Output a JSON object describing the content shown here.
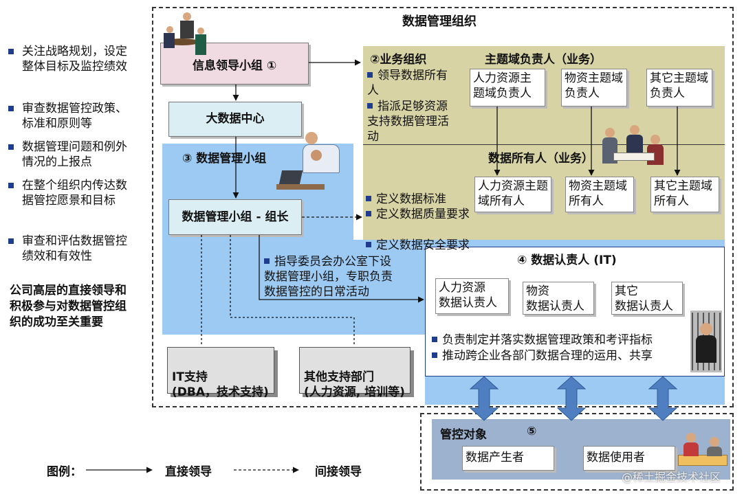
{
  "left_panel": {
    "items": [
      "关注战略规划，设定整体目标及监控绩效",
      "审查数据管控政策、标准和原则等",
      "数据管理问题和例外情况的上报点",
      "在整个组织内传达数据管控愿景和目标",
      "审查和评估数据管控绩效和有效性"
    ],
    "conclusion": "公司高层的直接领导和积极参与对数据管控组织的成功至关重要"
  },
  "org": {
    "title": "数据管理组织",
    "info_group": "信息领导小组 ①",
    "big_data_center": "大数据中心",
    "dm_group_title": "③ 数据管理小组",
    "dm_group_leader": "数据管理小组 - 组长",
    "dm_group_note": "指导委员会办公室下设数据管理小组，专职负责数据管控的日常活动",
    "it_support": "IT支持\n(DBA，技术支持)",
    "other_support": "其他支持部门\n(人力资源, 培训等)"
  },
  "business": {
    "title": "②业务组织",
    "bullets": [
      "领导数据所有人",
      "指派足够资源支持数据管理活动"
    ],
    "domain_owner_title": "主题域负责人（业务）",
    "domain_owners": [
      "人力资源主题域负责人",
      "物资主题域负责人",
      "其它主题域负责人"
    ],
    "data_owner_title": "数据所有人（业务）",
    "data_owners": [
      "人力资源主题域所有人",
      "物资主题域所有人",
      "其它主题域所有人"
    ],
    "owner_bullets": [
      "定义数据标准",
      "定义数据质量要求",
      "定义数据安全要求"
    ]
  },
  "it": {
    "title": "④ 数据认责人 (IT)",
    "stewards": [
      "人力资源\n数据认责人",
      "物资\n数据认责人",
      "其它\n数据认责人"
    ],
    "bullets": [
      "负责制定并落实数据管理政策和考评指标",
      "推动跨企业各部门数据合理的运用、共享"
    ]
  },
  "control": {
    "title": "管控对象",
    "number": "⑤",
    "items": [
      "数据产生者",
      "数据使用者"
    ]
  },
  "legend": {
    "label": "图例：",
    "direct": "直接领导",
    "indirect": "间接领导"
  },
  "watermark": "@稀土掘金技术社区",
  "colors": {
    "business_bg": "#d7d3a4",
    "dm_bg": "#9ccaf3",
    "it_border": "#1f3d8c",
    "info_bg": "#f1dbe3",
    "center_bg": "#dbeef4",
    "control_bg": "#9db2cf",
    "arrow_fill": "#4f7fc0"
  }
}
